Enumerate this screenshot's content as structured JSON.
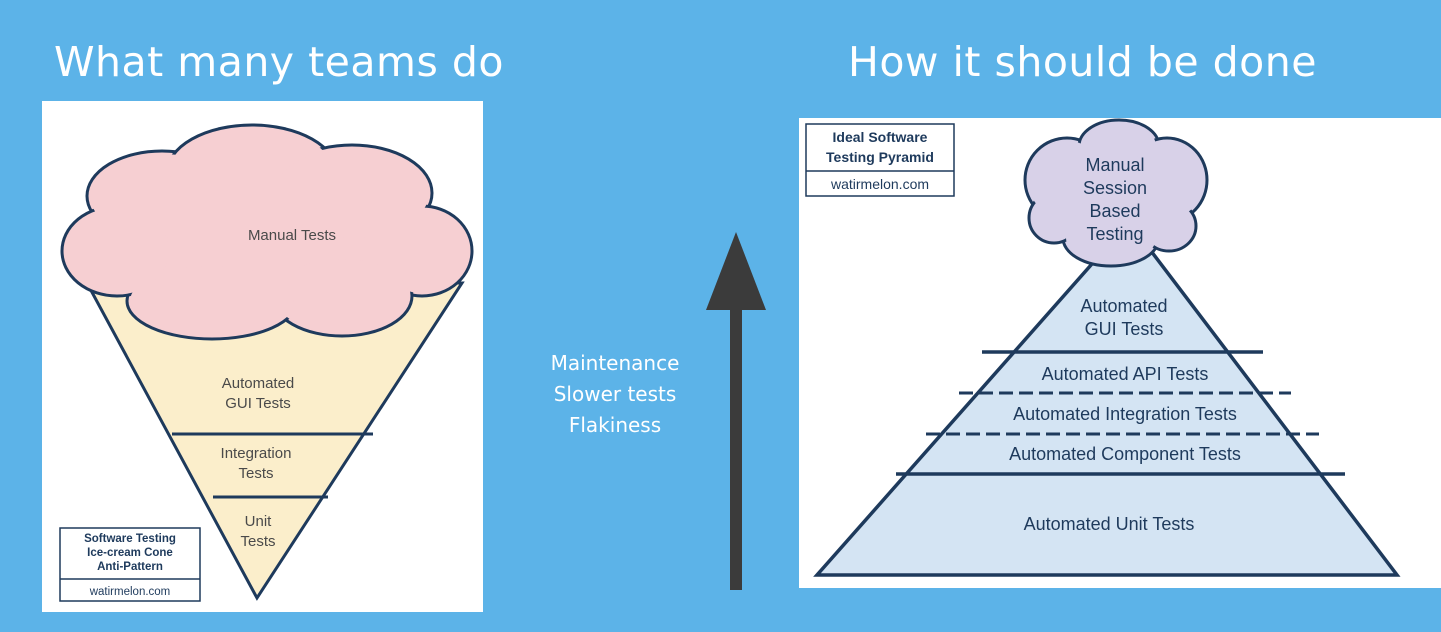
{
  "headings": {
    "left": "What many teams do",
    "right": "How it should be done"
  },
  "middle": {
    "lines": [
      "Maintenance",
      "Slower tests",
      "Flakiness"
    ]
  },
  "cone": {
    "layers": {
      "manual": "Manual Tests",
      "gui_line1": "Automated",
      "gui_line2": "GUI Tests",
      "integration_line1": "Integration",
      "integration_line2": "Tests",
      "unit_line1": "Unit",
      "unit_line2": "Tests"
    },
    "label_box": {
      "line1": "Software Testing",
      "line2": "Ice-cream Cone",
      "line3": "Anti-Pattern",
      "site": "watirmelon.com"
    }
  },
  "pyramid": {
    "layers": {
      "manual_line1": "Manual",
      "manual_line2": "Session",
      "manual_line3": "Based",
      "manual_line4": "Testing",
      "gui_line1": "Automated",
      "gui_line2": "GUI Tests",
      "api": "Automated API Tests",
      "integration": "Automated Integration Tests",
      "component": "Automated Component Tests",
      "unit": "Automated Unit Tests"
    },
    "label_box": {
      "line1": "Ideal Software",
      "line2": "Testing Pyramid",
      "site": "watirmelon.com"
    }
  },
  "colors": {
    "background": "#5cb3e8",
    "cone_fill": "#fbeecb",
    "cloud_fill": "#f6cfd2",
    "pyramid_fill": "#d4e4f3",
    "pyramid_cloud_fill": "#d8d1e8",
    "stroke": "#1e3a5c",
    "arrow": "#3b3b3b"
  }
}
